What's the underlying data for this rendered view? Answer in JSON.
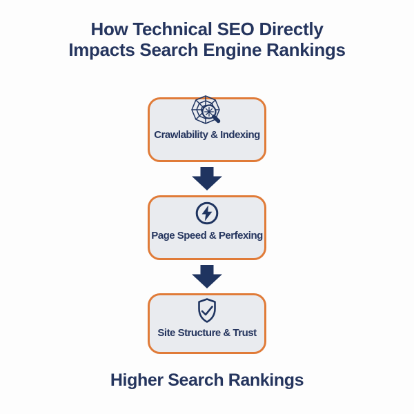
{
  "title": {
    "line1": "How Technical SEO Directly",
    "line2": "Impacts Search Engine Rankings"
  },
  "flow": {
    "steps": [
      {
        "label": "Crawlability & Indexing",
        "icon": "spider-web-search-icon"
      },
      {
        "label": "Page Speed & Perfexing",
        "icon": "lightning-bolt-icon"
      },
      {
        "label": "Site Structure & Trust",
        "icon": "shield-check-icon"
      }
    ],
    "connector": "down-arrow"
  },
  "footer": {
    "label": "Higher Search Rankings"
  },
  "colors": {
    "navy_text": "#25355E",
    "icon_navy": "#1F3460",
    "arrow_navy": "#1F3460",
    "box_border_orange": "#E07B38",
    "box_fill": "#E9EBEF",
    "page_background": "#FDFDFD"
  }
}
